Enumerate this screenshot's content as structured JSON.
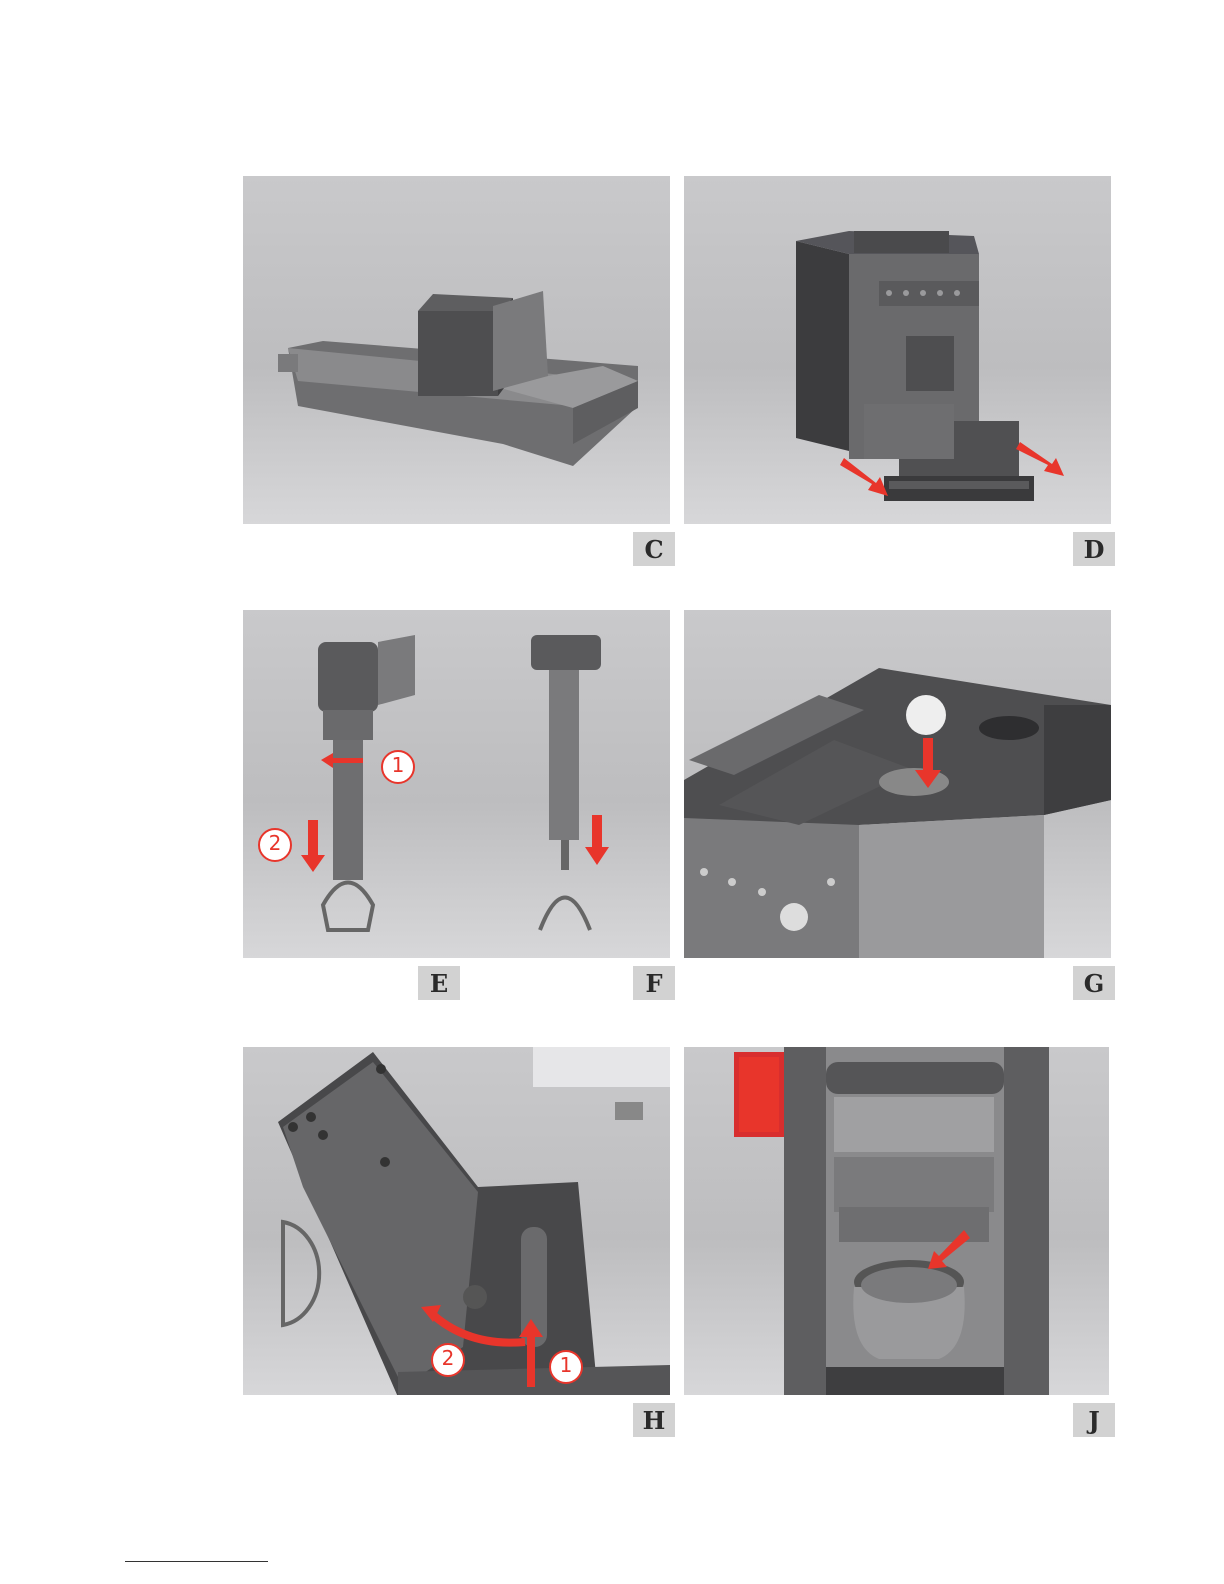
{
  "figures": [
    {
      "id": "C",
      "label": "C",
      "subject": "drip tray"
    },
    {
      "id": "D",
      "label": "D",
      "subject": "inserting drip tray into machine"
    },
    {
      "id": "E",
      "label": "E",
      "subject": "removing mixing tube",
      "step_markers": [
        "1",
        "2"
      ]
    },
    {
      "id": "F",
      "label": "F",
      "subject": "disassembled tube"
    },
    {
      "id": "G",
      "label": "G",
      "subject": "grinder adjustment"
    },
    {
      "id": "H",
      "label": "H",
      "subject": "brewing unit door",
      "step_markers": [
        "2",
        "1"
      ]
    },
    {
      "id": "J",
      "label": "J",
      "subject": "brewing unit compartment"
    }
  ],
  "colors": {
    "accent_arrow": "#e8352b",
    "panel_bg": "#c4c4c6",
    "label_bg": "#d2d2d2",
    "machine_dark": "#4a4a4c"
  }
}
